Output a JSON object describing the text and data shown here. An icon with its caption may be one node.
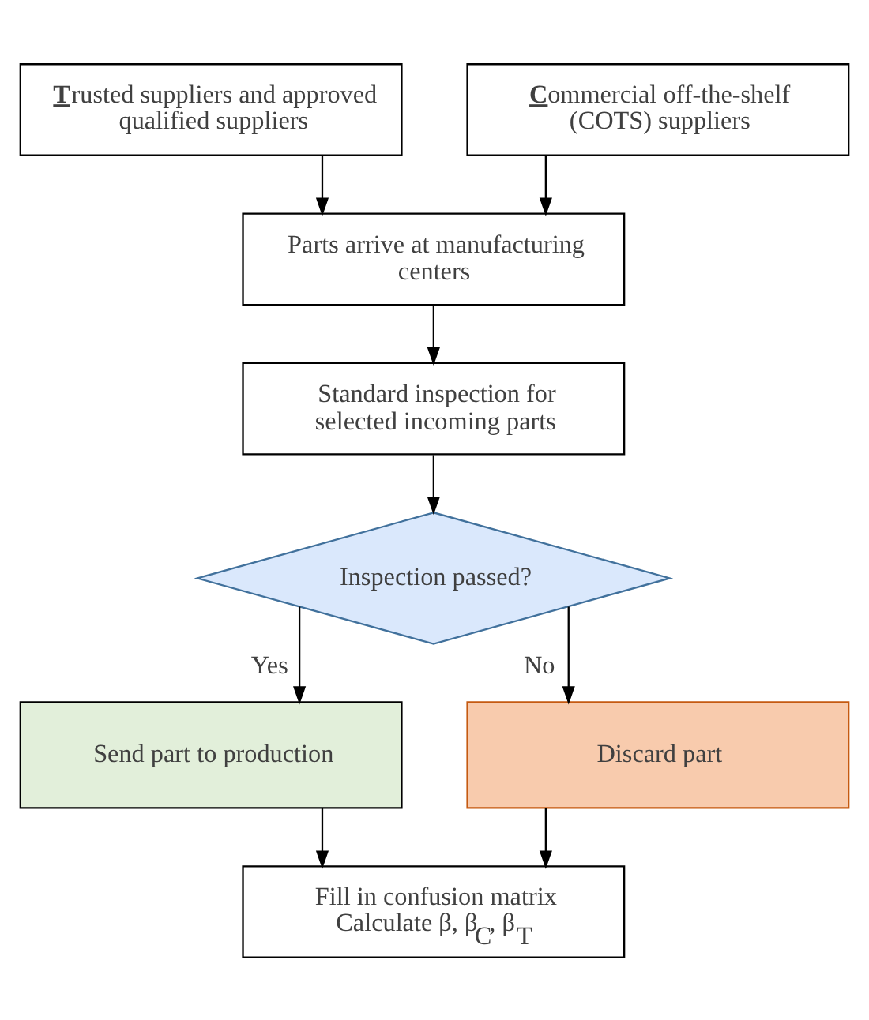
{
  "diagram": {
    "nodes": [
      {
        "text": [
          "**T**rusted suppliers and approved qualified suppliers"
        ]
      },
      {
        "text": [
          "**C**ommercial off-the-shelf (COTS) suppliers"
        ]
      },
      {
        "text": [
          "Parts arrive at manufacturing centers"
        ]
      },
      {
        "text": [
          "Standard inspection for selected incoming parts"
        ]
      },
      {
        "text": [
          "Inspection passed?"
        ]
      },
      {
        "text": [
          "Send part to production"
        ]
      },
      {
        "text": [
          "Discard part"
        ]
      },
      {
        "text": [
          "Fill in confusion matrix",
          "Calculate β, β$_{C}$, β$_{T}$"
        ]
      }
    ],
    "edges": [
      {
        "from": 0,
        "to": 2,
        "arrow": "to"
      },
      {
        "from": 1,
        "to": 2,
        "arrow": "to"
      },
      {
        "from": 2,
        "to": 3,
        "arrow": "to"
      },
      {
        "from": 3,
        "to": 4,
        "arrow": "to"
      },
      {
        "from": 4,
        "to": 5,
        "arrow": "to",
        "label": "Yes"
      },
      {
        "from": 4,
        "to": 6,
        "arrow": "to",
        "label": "No"
      },
      {
        "from": 5,
        "to": 7,
        "arrow": "to"
      },
      {
        "from": 6,
        "to": 7,
        "arrow": "to"
      }
    ]
  }
}
